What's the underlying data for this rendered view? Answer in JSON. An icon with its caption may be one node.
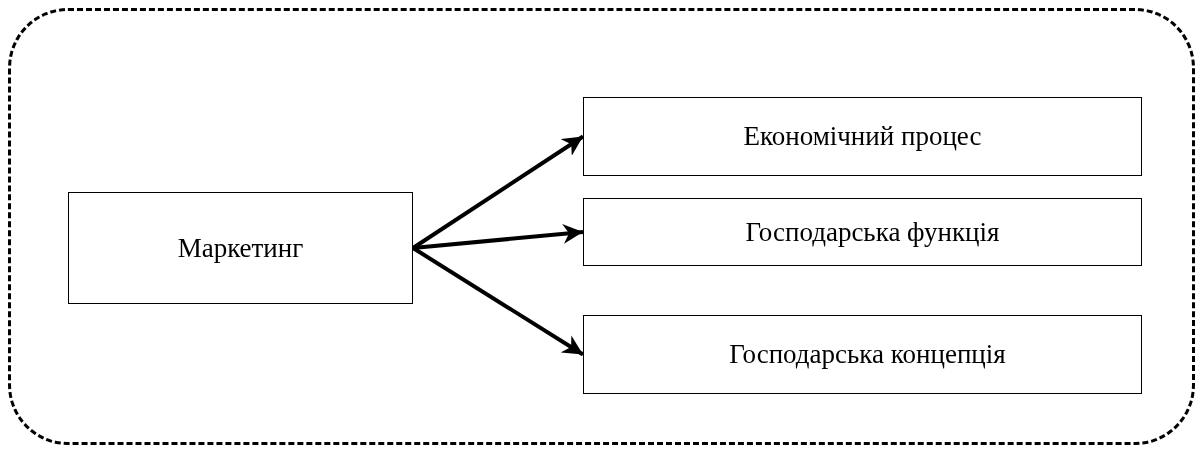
{
  "diagram": {
    "nodes": [
      {
        "text": [],
        "shape": "box"
      },
      {
        "text": [
          "Маркетинг"
        ],
        "in": 0
      },
      {
        "text": [
          "Економічний процес"
        ],
        "in": 0
      },
      {
        "text": [
          "Господарська функція"
        ],
        "in": 0
      },
      {
        "text": [
          "Господарська концепція"
        ],
        "in": 0
      }
    ],
    "edges": [
      {
        "from": 1,
        "to": 2,
        "arrow": "to"
      },
      {
        "from": 1,
        "to": 3,
        "arrow": "to"
      },
      {
        "from": 1,
        "to": 4,
        "arrow": "to"
      }
    ]
  }
}
